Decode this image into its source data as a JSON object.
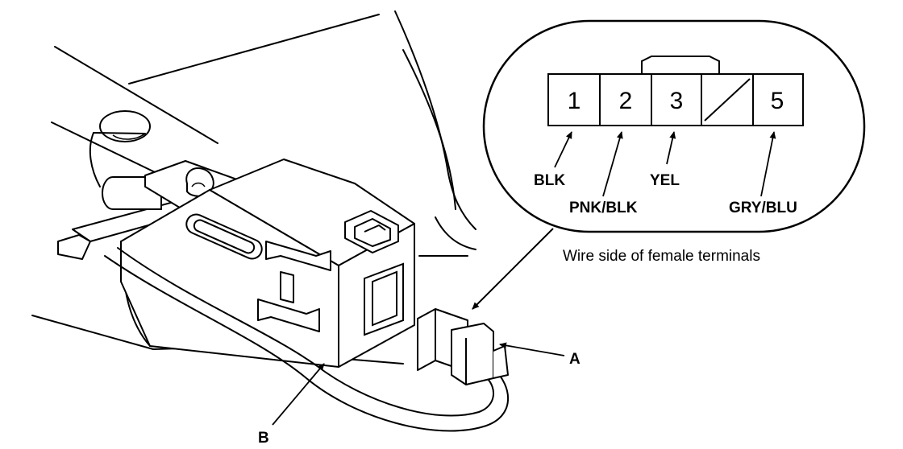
{
  "connector_view": {
    "pins": [
      "1",
      "2",
      "3",
      "",
      "5"
    ],
    "wire_colors": {
      "pin1": "BLK",
      "pin2": "PNK/BLK",
      "pin3": "YEL",
      "pin5": "GRY/BLU"
    },
    "caption": "Wire side of female terminals"
  },
  "callouts": {
    "a": "A",
    "b": "B"
  },
  "colors": {
    "ink": "#000000",
    "paper": "#ffffff"
  }
}
